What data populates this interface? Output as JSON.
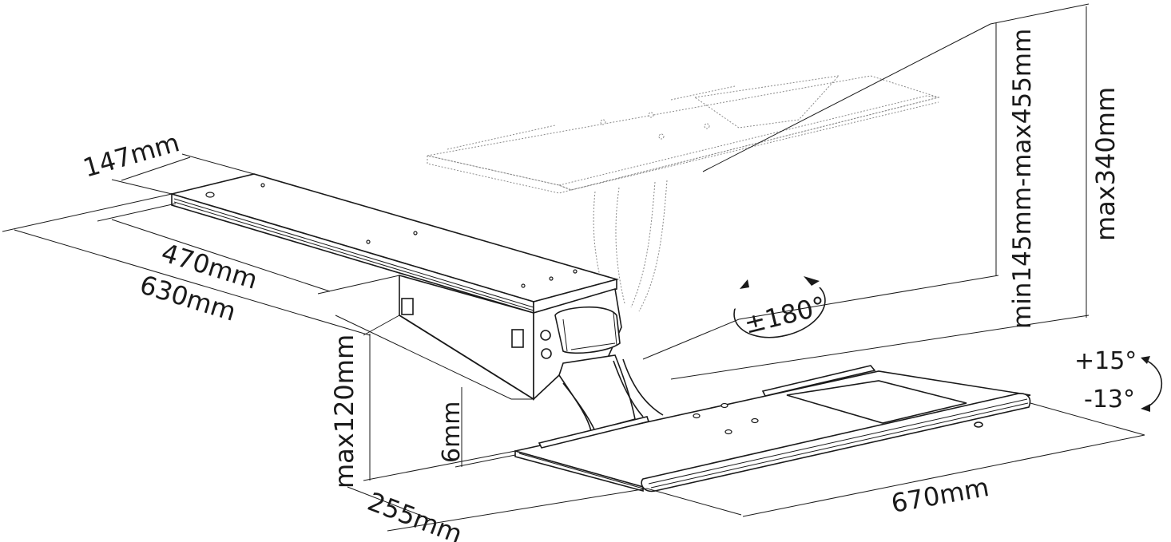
{
  "diagram": {
    "title": "Under-desk keyboard tray mechanism - dimension drawing",
    "line_color": "#1a1a1a",
    "ghost_color": "#8a8a8a",
    "background": "#ffffff"
  },
  "dimensions": {
    "track_width": "147mm",
    "track_length_inner": "470mm",
    "track_length_outer": "630mm",
    "height_range": "min145mm-max455mm",
    "max_height": "max340mm",
    "max_drop": "max120mm",
    "tray_thickness": "6mm",
    "tray_depth": "255mm",
    "tray_width": "670mm"
  },
  "angles": {
    "swivel": "±180°",
    "tilt_up": "+15°",
    "tilt_down": "-13°"
  },
  "parts": [
    {
      "name": "mounting-track"
    },
    {
      "name": "slider-mechanism"
    },
    {
      "name": "arm"
    },
    {
      "name": "keyboard-tray"
    },
    {
      "name": "mouse-platform"
    },
    {
      "name": "wrist-rest"
    },
    {
      "name": "raised-tray-ghost"
    }
  ]
}
